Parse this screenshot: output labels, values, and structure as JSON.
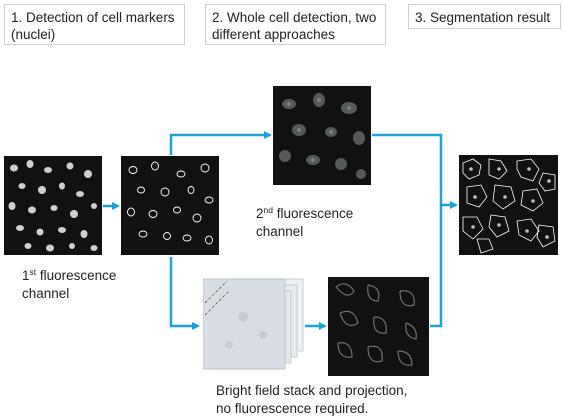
{
  "steps": {
    "step1": {
      "line1": "1. Detection of cell markers",
      "line2": "(nuclei)"
    },
    "step2": {
      "line1": "2. Whole cell detection, two",
      "line2": "different approaches"
    },
    "step3": {
      "line1": "3. Segmentation result"
    }
  },
  "labels": {
    "first_channel": {
      "num": "1",
      "sup": "st",
      "line1_rest": " fluorescence",
      "line2": "channel"
    },
    "second_channel": {
      "num": "2",
      "sup": "nd",
      "line1_rest": " fluorescence",
      "line2": "channel"
    },
    "bright_field": {
      "line1": "Bright field stack and projection,",
      "line2": "no fluorescence required."
    }
  },
  "colors": {
    "arrow": "#1aa3d6",
    "panel_bg": "#111111",
    "bright_field": "#dde3e8",
    "outline": "#ffffff"
  },
  "icons": [
    "arrow-connector-icon"
  ]
}
